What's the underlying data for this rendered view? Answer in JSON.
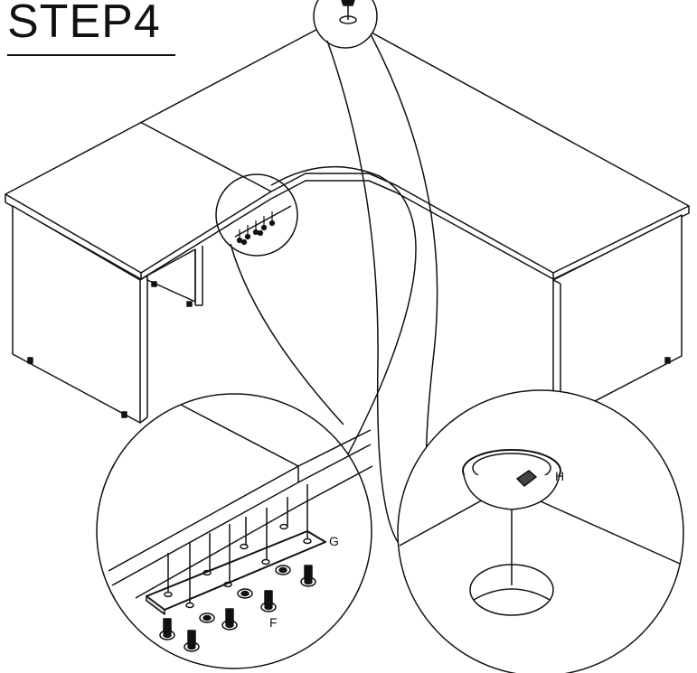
{
  "step_title": "STEP4",
  "part_labels": {
    "f": "F",
    "g": "G",
    "h": "H"
  },
  "colors": {
    "line": "#111111",
    "fill": "#ffffff",
    "shade": "#d9d9d9"
  }
}
